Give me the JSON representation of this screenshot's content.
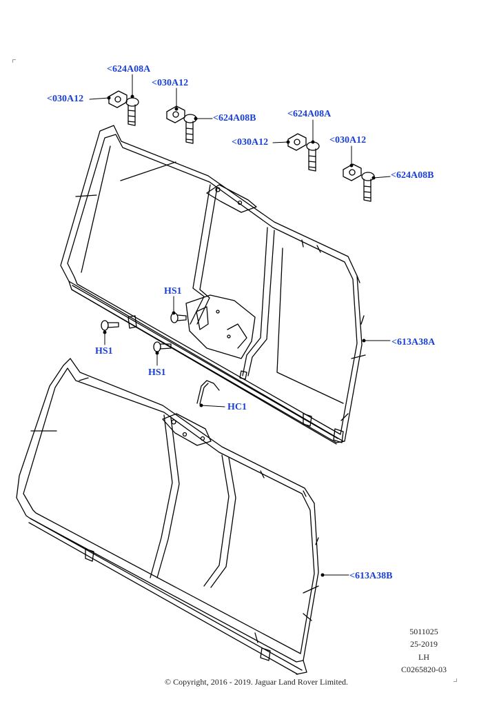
{
  "callouts": {
    "c1": "<624A08A",
    "c2": "<030A12",
    "c3": "<030A12",
    "c4": "<624A08B",
    "c5": "<624A08A",
    "c6": "<030A12",
    "c7": "<030A12",
    "c8": "<624A08B",
    "hs_top": "HS1",
    "hs_left": "HS1",
    "hs_mid": "HS1",
    "hc1": "HC1",
    "frame_a": "<613A38A",
    "frame_b": "<613A38B"
  },
  "info": {
    "line1": "5011025",
    "line2": "25-2019",
    "line3": "LH",
    "line4": "C0265820-03"
  },
  "copyright": "© Copyright, 2016 - 2019. Jaguar Land Rover Limited.",
  "colors": {
    "callout": "#1a3fd6",
    "line": "#000000"
  }
}
